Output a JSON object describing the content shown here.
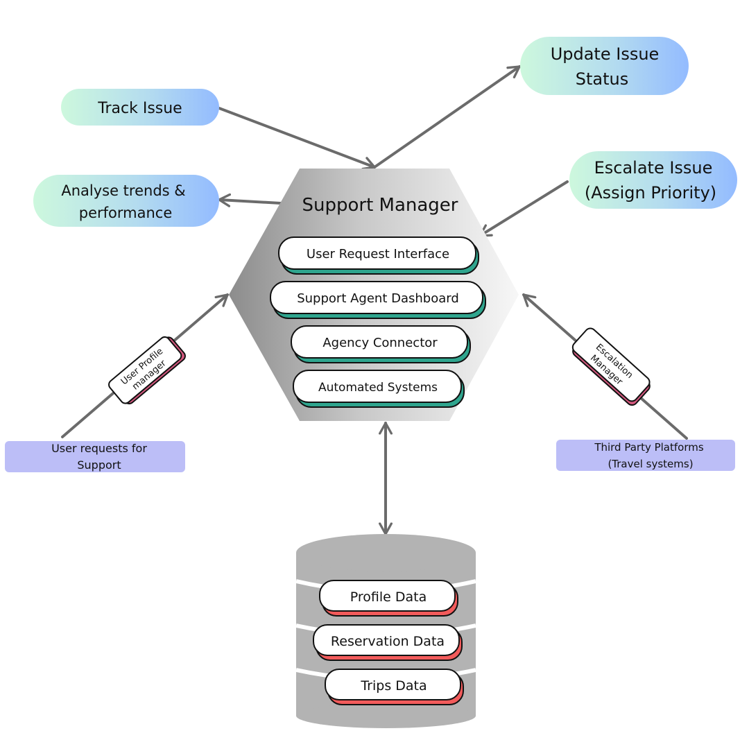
{
  "actions": {
    "track": "Track Issue",
    "update_line1": "Update Issue",
    "update_line2": "Status",
    "analyse_line1": "Analyse trends &",
    "analyse_line2": "performance",
    "escalate_line1": "Escalate Issue",
    "escalate_line2": "(Assign Priority)"
  },
  "hub": {
    "title": "Support Manager",
    "modules": [
      "User Request Interface",
      "Support Agent Dashboard",
      "Agency Connector",
      "Automated Systems"
    ]
  },
  "adapters": {
    "user_profile_line1": "User Profile",
    "user_profile_line2": "manager",
    "escalation_line1": "Escalation",
    "escalation_line2": "Manager"
  },
  "sources": {
    "user_line1": "User requests for",
    "user_line2": "Support",
    "third_line1": "Third Party Platforms",
    "third_line2": "(Travel systems)"
  },
  "database": {
    "items": [
      "Profile Data",
      "Reservation Data",
      "Trips Data"
    ]
  },
  "colors": {
    "pill_green": "#c9f7dc",
    "pill_blue": "#9cc2ff",
    "source_purple": "#bcbef7",
    "module_teal": "#2fa58e",
    "db_red": "#f25b5b",
    "adapter_pink": "#d4587e",
    "arrow_gray": "#6b6b6b",
    "db_gray": "#b3b3b3"
  }
}
